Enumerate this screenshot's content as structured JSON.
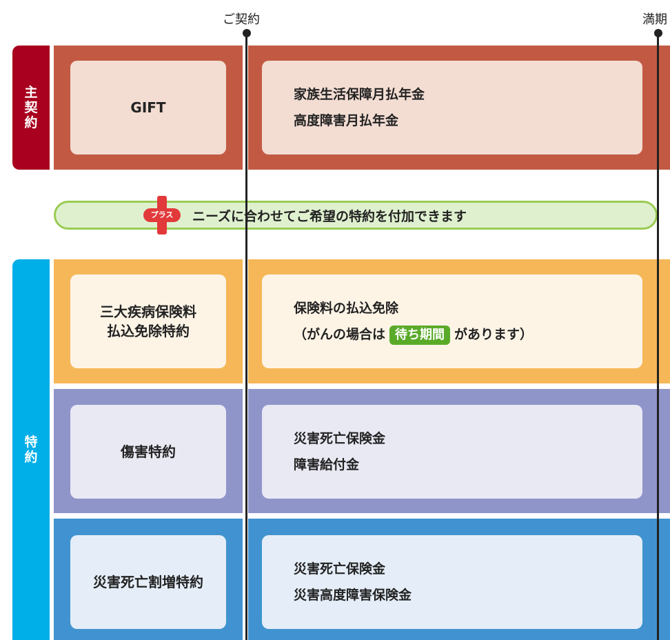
{
  "timeline": {
    "start_label": "ご契約",
    "end_label": "満期"
  },
  "main_contract": {
    "tab_label": "主契約",
    "name": "GIFT",
    "benefits": [
      "家族生活保障月払年金",
      "高度障害月払年金"
    ],
    "color": "#c25a43",
    "tab_color": "#a8001e",
    "box_color": "#f3ddd3"
  },
  "plus_banner": {
    "badge": "プラス",
    "text": "ニーズに合わせてご希望の特約を付加できます"
  },
  "riders": {
    "tab_label": "特約",
    "tab_color": "#00aee8",
    "items": [
      {
        "name_lines": [
          "三大疾病保険料",
          "払込免除特約"
        ],
        "benefit_line1": "保険料の払込免除",
        "benefit_line2_pre": "（がんの場合は",
        "benefit_line2_badge": "待ち期間",
        "benefit_line2_post": "があります）",
        "color": "#f6b758",
        "box_color": "#fdf4e6"
      },
      {
        "name_lines": [
          "傷害特約"
        ],
        "benefits": [
          "災害死亡保険金",
          "障害給付金"
        ],
        "color": "#8f94c9",
        "box_color": "#e9e9f4"
      },
      {
        "name_lines": [
          "災害死亡割増特約"
        ],
        "benefits": [
          "災害死亡保険金",
          "災害高度障害保険金"
        ],
        "color": "#4093d0",
        "box_color": "#e5eef8"
      }
    ]
  }
}
